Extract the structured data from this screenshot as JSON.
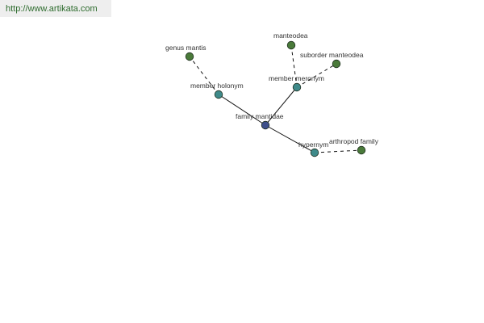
{
  "header": {
    "url": "http://www.artikata.com"
  },
  "colors": {
    "center_node": "#3d4f8a",
    "relation_node": "#3f8a8a",
    "term_node": "#4a7a3a",
    "node_stroke": "#1e2e1e",
    "edge": "#111111"
  },
  "nodes": [
    {
      "id": "family-mantidae",
      "label": "family mantidae",
      "kind": "center"
    },
    {
      "id": "member-holonym",
      "label": "member holonym",
      "kind": "relation"
    },
    {
      "id": "member-meronym",
      "label": "member meronym",
      "kind": "relation"
    },
    {
      "id": "hypernym",
      "label": "hypernym",
      "kind": "relation"
    },
    {
      "id": "genus-mantis",
      "label": "genus mantis",
      "kind": "term"
    },
    {
      "id": "manteodea",
      "label": "manteodea",
      "kind": "term"
    },
    {
      "id": "suborder-manteodea",
      "label": "suborder manteodea",
      "kind": "term"
    },
    {
      "id": "arthropod-family",
      "label": "arthropod family",
      "kind": "term"
    }
  ],
  "edges": [
    {
      "from": "family-mantidae",
      "to": "member-holonym",
      "style": "solid"
    },
    {
      "from": "family-mantidae",
      "to": "member-meronym",
      "style": "solid"
    },
    {
      "from": "family-mantidae",
      "to": "hypernym",
      "style": "solid"
    },
    {
      "from": "member-holonym",
      "to": "genus-mantis",
      "style": "dashed"
    },
    {
      "from": "member-meronym",
      "to": "manteodea",
      "style": "dashed"
    },
    {
      "from": "member-meronym",
      "to": "suborder-manteodea",
      "style": "dashed"
    },
    {
      "from": "hypernym",
      "to": "arthropod-family",
      "style": "dashed"
    }
  ]
}
